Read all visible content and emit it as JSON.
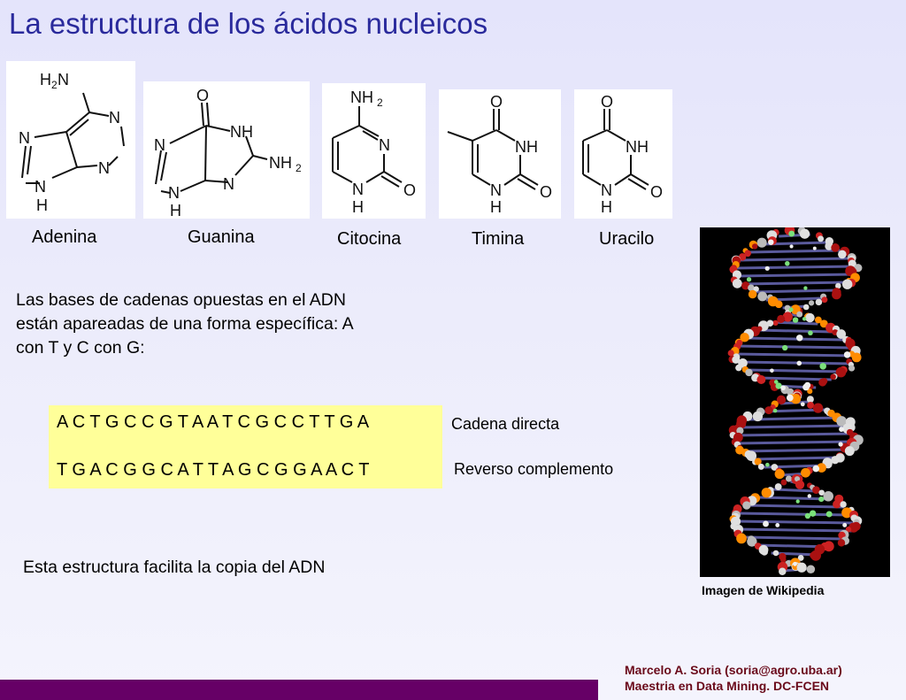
{
  "slide": {
    "title": "La estructura de los ácidos nucleicos"
  },
  "bases": [
    {
      "name": "Adenina"
    },
    {
      "name": "Guanina"
    },
    {
      "name": "Citocina"
    },
    {
      "name": "Timina"
    },
    {
      "name": "Uracilo"
    }
  ],
  "atoms": {
    "n": "N",
    "nh": "NH",
    "h": "H",
    "o": "O",
    "h2n_main": "H",
    "h2n_sub": "2",
    "h2n_tail": "N",
    "nh2_main": "NH",
    "nh2_sub": "2"
  },
  "text": {
    "pairing_line1": "Las bases de cadenas opuestas en el ADN",
    "pairing_line2": "están apareadas de una forma específica: A",
    "pairing_line3": "con T y C con G:",
    "copy_note": "Esta estructura facilita la copia del ADN"
  },
  "sequences": {
    "direct": "A C T G C C G T A A T C G C C T T G A",
    "reverse": "T G A C G G C A T T A G C G G A A C T",
    "direct_label": "Cadena directa",
    "reverse_label": "Reverso complemento",
    "highlight_color": "#ffff99"
  },
  "image": {
    "caption": "Imagen de Wikipedia"
  },
  "footer": {
    "author_line1": "Marcelo A. Soria (soria@agro.uba.ar)",
    "author_line2": "Maestria en Data Mining. DC-FCEN",
    "bar_color": "#660066",
    "title_color": "#2a2a9c"
  }
}
